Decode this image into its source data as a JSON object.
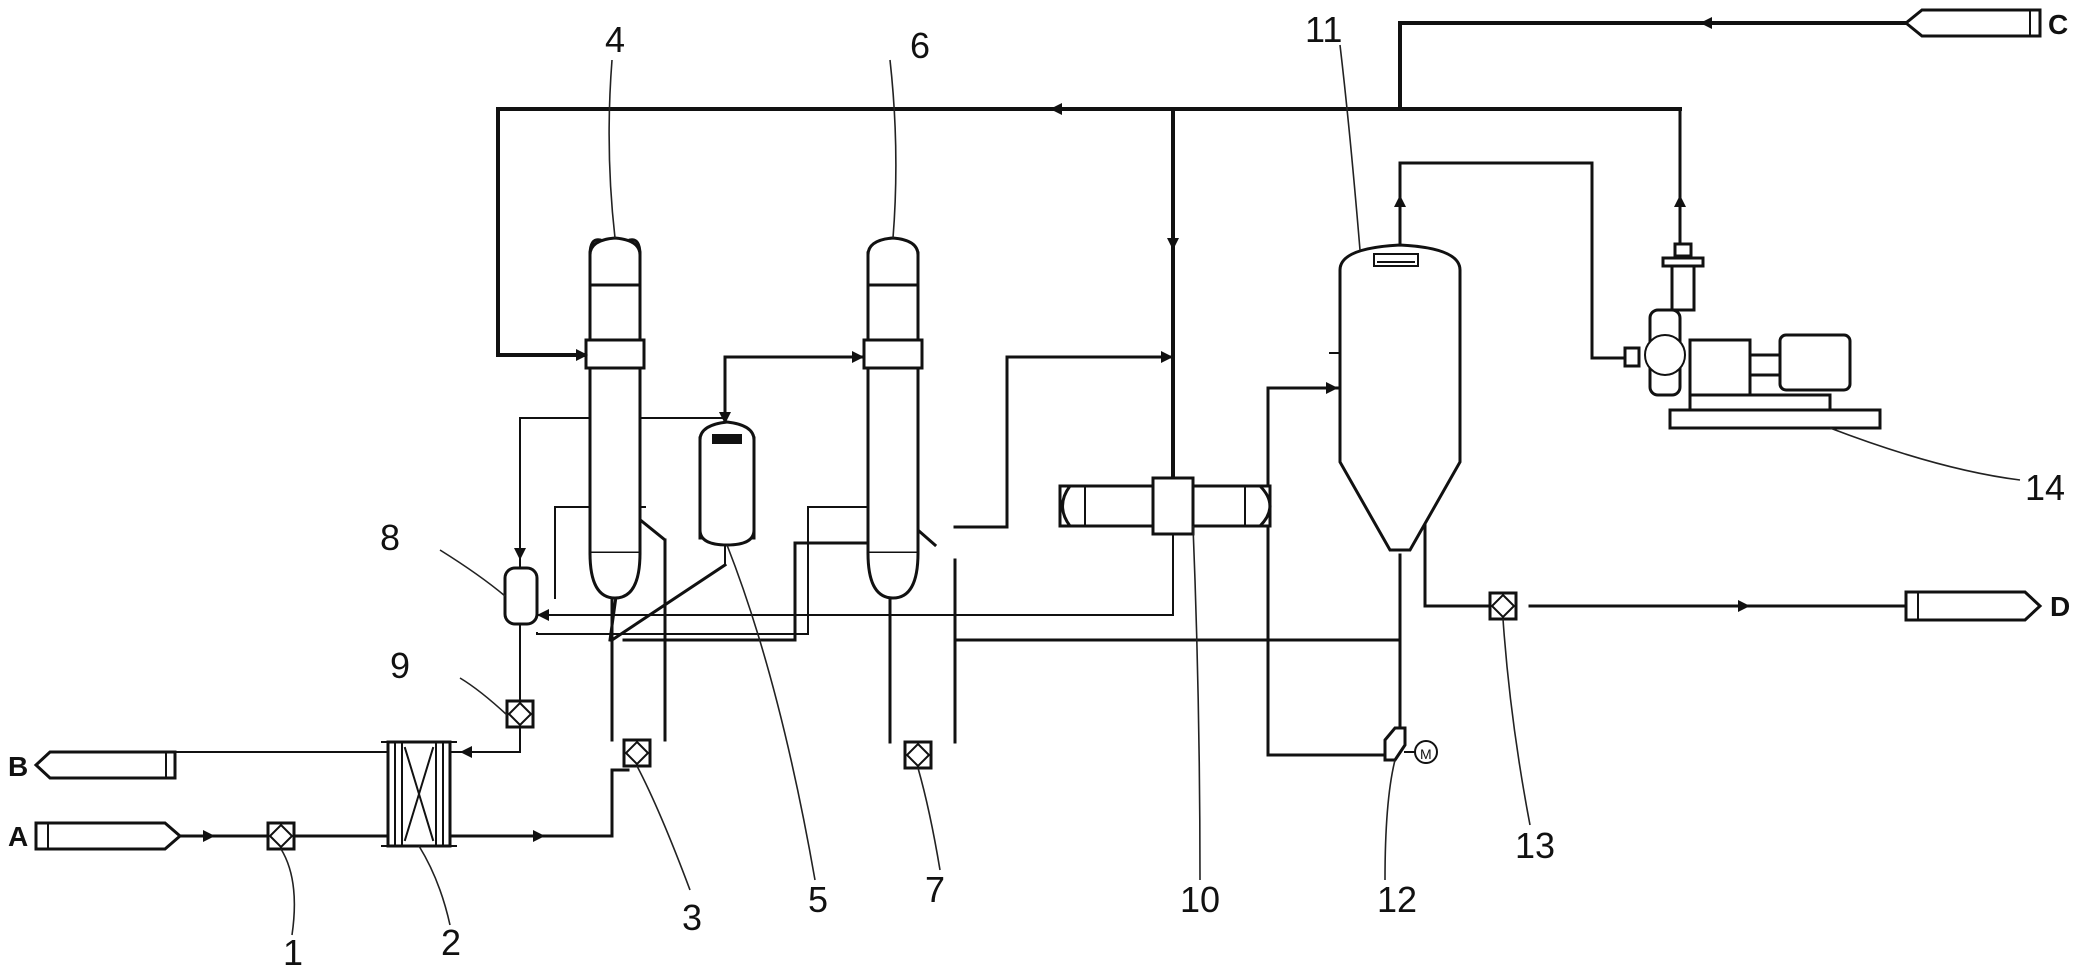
{
  "diagram": {
    "terminals": {
      "A": "A",
      "B": "B",
      "C": "C",
      "D": "D"
    },
    "callouts": [
      "1",
      "2",
      "3",
      "4",
      "5",
      "6",
      "7",
      "8",
      "9",
      "10",
      "11",
      "12",
      "13",
      "14"
    ],
    "motor_symbol": "M"
  }
}
